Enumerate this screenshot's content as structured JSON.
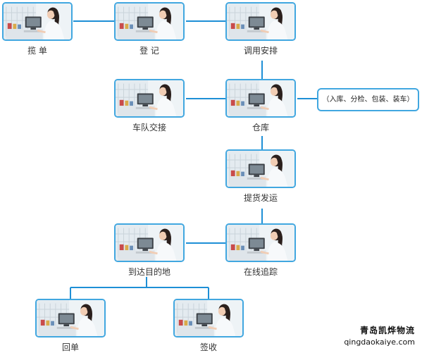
{
  "diagram": {
    "steps": {
      "step1": "揽 单",
      "step2": "登 记",
      "step3": "调用安排",
      "step4": "仓库",
      "step5": "车队交接",
      "step6": "提货发运",
      "step7": "在线追踪",
      "step8": "到达目的地",
      "step9": "回单",
      "step10": "签收"
    },
    "warehouse_note": "（入库、分检、包装、装车）"
  },
  "watermark": {
    "chinese": "青岛凯烨物流",
    "domain": "qingdaokaiye.com"
  },
  "colors": {
    "connector": "#1e8fd6",
    "frame": "#41a7e0"
  },
  "icons": {
    "photo": "operator-at-computer-photo"
  }
}
